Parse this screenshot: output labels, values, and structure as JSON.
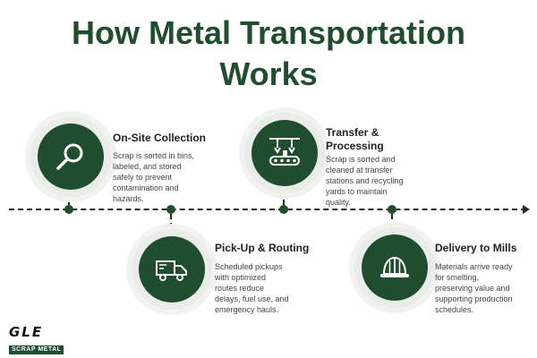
{
  "title": {
    "line1": "How Metal Transportation",
    "line2": "Works"
  },
  "steps": [
    {
      "title": "On-Site Collection",
      "description": "Scrap is sorted in bins, labeled, and stored safely to prevent contamination and hazards.",
      "icon": "magnifier-icon"
    },
    {
      "title": "Pick-Up & Routing",
      "description": "Scheduled pickups with optimized routes reduce delays, fuel use, and emergency hauls.",
      "icon": "truck-icon"
    },
    {
      "title": "Transfer & Processing",
      "description": "Scrap is sorted and cleaned at transfer stations and recycling yards to maintain quality.",
      "icon": "conveyor-icon"
    },
    {
      "title": "Delivery to Mills",
      "description": "Materials arrive ready for smelting, preserving value and supporting production schedules.",
      "icon": "hard-hat-icon"
    }
  ],
  "logo": {
    "mark": "GLE",
    "sub": "SCRAP METAL"
  },
  "colors": {
    "brand_green": "#1f4d2e",
    "ring": "#e9ece9",
    "line": "#1f2a24"
  }
}
